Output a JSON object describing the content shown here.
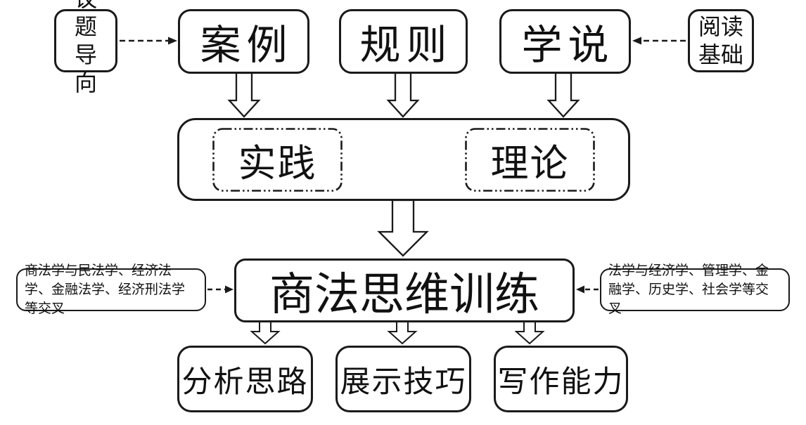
{
  "nodes": {
    "topic_oriented": "议题导向",
    "case": "案例",
    "rule": "规则",
    "doctrine": "学说",
    "reading_basis": "阅读基础",
    "practice": "实践",
    "theory": "理论",
    "core": "商法思维训练",
    "analysis": "分析思路",
    "presentation": "展示技巧",
    "writing": "写作能力"
  },
  "annotations": {
    "left": "商法学与民法学、经济法学、金融法学、经济刑法学等交叉",
    "right": "法学与经济学、管理学、金融学、历史学、社会学等交叉"
  },
  "edges": [
    {
      "from": "议题导向",
      "to": "案例",
      "style": "dashed-arrow"
    },
    {
      "from": "阅读基础",
      "to": "学说",
      "style": "dashed-arrow"
    },
    {
      "from": "案例",
      "to": "实践/理论",
      "style": "block-arrow-down"
    },
    {
      "from": "规则",
      "to": "实践/理论",
      "style": "block-arrow-down"
    },
    {
      "from": "学说",
      "to": "实践/理论",
      "style": "block-arrow-down"
    },
    {
      "from": "实践",
      "to": "理论",
      "style": "double-block-arrow"
    },
    {
      "from": "实践/理论",
      "to": "商法思维训练",
      "style": "block-arrow-down"
    },
    {
      "from": "商法学与民法学、经济法学、金融法学、经济刑法学等交叉",
      "to": "商法思维训练",
      "style": "dashed-arrow"
    },
    {
      "from": "法学与经济学、管理学、金融学、历史学、社会学等交叉",
      "to": "商法思维训练",
      "style": "dashed-arrow"
    },
    {
      "from": "商法思维训练",
      "to": "分析思路",
      "style": "block-arrow-down"
    },
    {
      "from": "商法思维训练",
      "to": "展示技巧",
      "style": "block-arrow-down"
    },
    {
      "from": "商法思维训练",
      "to": "写作能力",
      "style": "block-arrow-down"
    }
  ],
  "colors": {
    "stroke": "#1a1a1a",
    "fill": "#ffffff",
    "text": "#111111",
    "background": "#ffffff"
  }
}
